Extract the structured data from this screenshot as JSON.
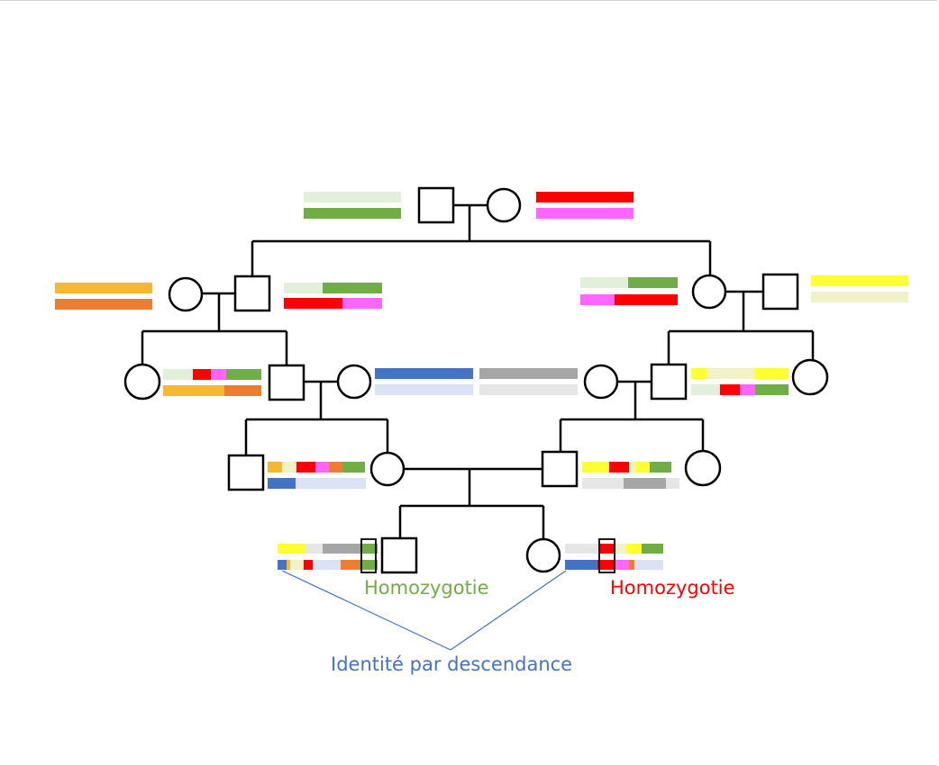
{
  "colors": {
    "green_light": "#e2efda",
    "green": "#70ad47",
    "red": "#ff0000",
    "magenta": "#ff66ff",
    "yellow_orange": "#f8b732",
    "orange": "#ed7d31",
    "yellow": "#ffff33",
    "cream": "#f2f2c8",
    "blue": "#4472c4",
    "blue_light": "#dae3f3",
    "gray": "#a6a6a6",
    "gray_light": "#e7e6e6",
    "line": "#000000",
    "connector": "#4472c4"
  },
  "labels": {
    "homozygotie_green": "Homozygotie",
    "homozygotie_red": "Homozygotie",
    "identity": "Identité par descendance"
  },
  "label_colors": {
    "homozygotie_green": "#70ad47",
    "homozygotie_red": "#ff0000",
    "identity": "#4472c4"
  }
}
